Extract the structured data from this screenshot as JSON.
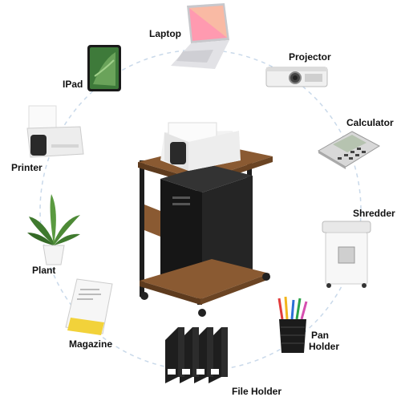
{
  "items": {
    "laptop": {
      "label": "Laptop",
      "icon": "laptop-icon"
    },
    "projector": {
      "label": "Projector",
      "icon": "projector-icon"
    },
    "ipad": {
      "label": "IPad",
      "icon": "tablet-icon"
    },
    "calculator": {
      "label": "Calculator",
      "icon": "calculator-icon"
    },
    "printer": {
      "label": "Printer",
      "icon": "printer-icon"
    },
    "shredder": {
      "label": "Shredder",
      "icon": "shredder-icon"
    },
    "plant": {
      "label": "Plant",
      "icon": "plant-icon"
    },
    "pen_holder": {
      "label_line1": "Pan",
      "label_line2": "Holder",
      "icon": "pen-holder-icon"
    },
    "magazine": {
      "label": "Magazine",
      "icon": "magazine-icon"
    },
    "file_holder": {
      "label": "File Holder",
      "icon": "file-holder-icon"
    }
  },
  "colors": {
    "wood": "#8a5a32",
    "metal": "#1d1d1d",
    "circle": "#c9d9ea"
  }
}
